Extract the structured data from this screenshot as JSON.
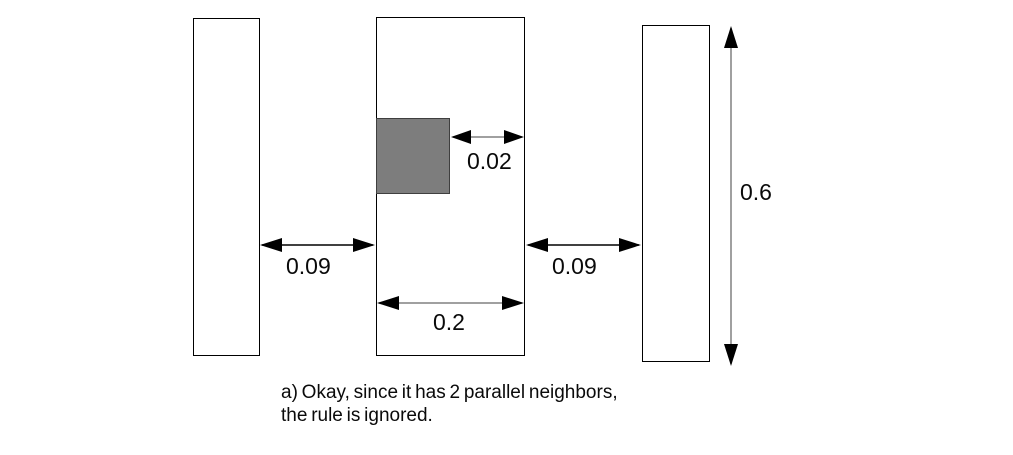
{
  "diagram": {
    "labels": {
      "notch_gap": "0.02",
      "left_gap": "0.09",
      "right_gap": "0.09",
      "middle_width": "0.2",
      "right_height": "0.6"
    },
    "caption": {
      "line1": "a) Okay, since it has 2 parallel neighbors,",
      "line2": "the rule is ignored."
    },
    "colors": {
      "shape_outline": "#000000",
      "notch_fill": "#7d7d7d",
      "dimension_line_gray": "#808080",
      "dimension_line_black": "#000000",
      "background": "#ffffff"
    }
  }
}
